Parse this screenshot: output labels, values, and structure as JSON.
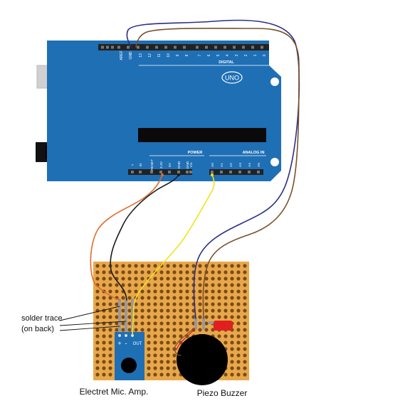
{
  "board": {
    "model_label": "UNO",
    "digital_section_label": "DIGITAL",
    "power_section_label": "POWER",
    "analog_section_label": "ANALOG IN",
    "digital_pin_labels": [
      "AREF",
      "GND",
      "13",
      "12",
      "11",
      "10",
      "9",
      "8",
      "7",
      "6",
      "5",
      "4",
      "3",
      "2",
      "1",
      "0"
    ],
    "power_pin_labels": [
      "?",
      "IO",
      "RESET",
      "3.3V",
      "5V",
      "GND",
      "GND",
      "Vin"
    ],
    "analog_pin_labels": [
      "A0",
      "A1",
      "A2",
      "A3",
      "A4",
      "A5"
    ],
    "color": "#1f6fb5"
  },
  "mic_module": {
    "plus_label": "+",
    "minus_label": "-",
    "out_label": "OUT"
  },
  "annotations": {
    "solder_trace_line1": "solder trace",
    "solder_trace_line2": "(on back)",
    "mic_caption": "Electret Mic. Amp.",
    "buzzer_caption": "Piezo Buzzer"
  },
  "colors": {
    "wire_orange": "#e06a2c",
    "wire_black": "#1a1a1a",
    "wire_yellow": "#f2e21a",
    "wire_blue": "#2c2e84",
    "wire_brown": "#7b4f2a",
    "perfboard": "#e8a84a",
    "led_red": "#e02020"
  }
}
